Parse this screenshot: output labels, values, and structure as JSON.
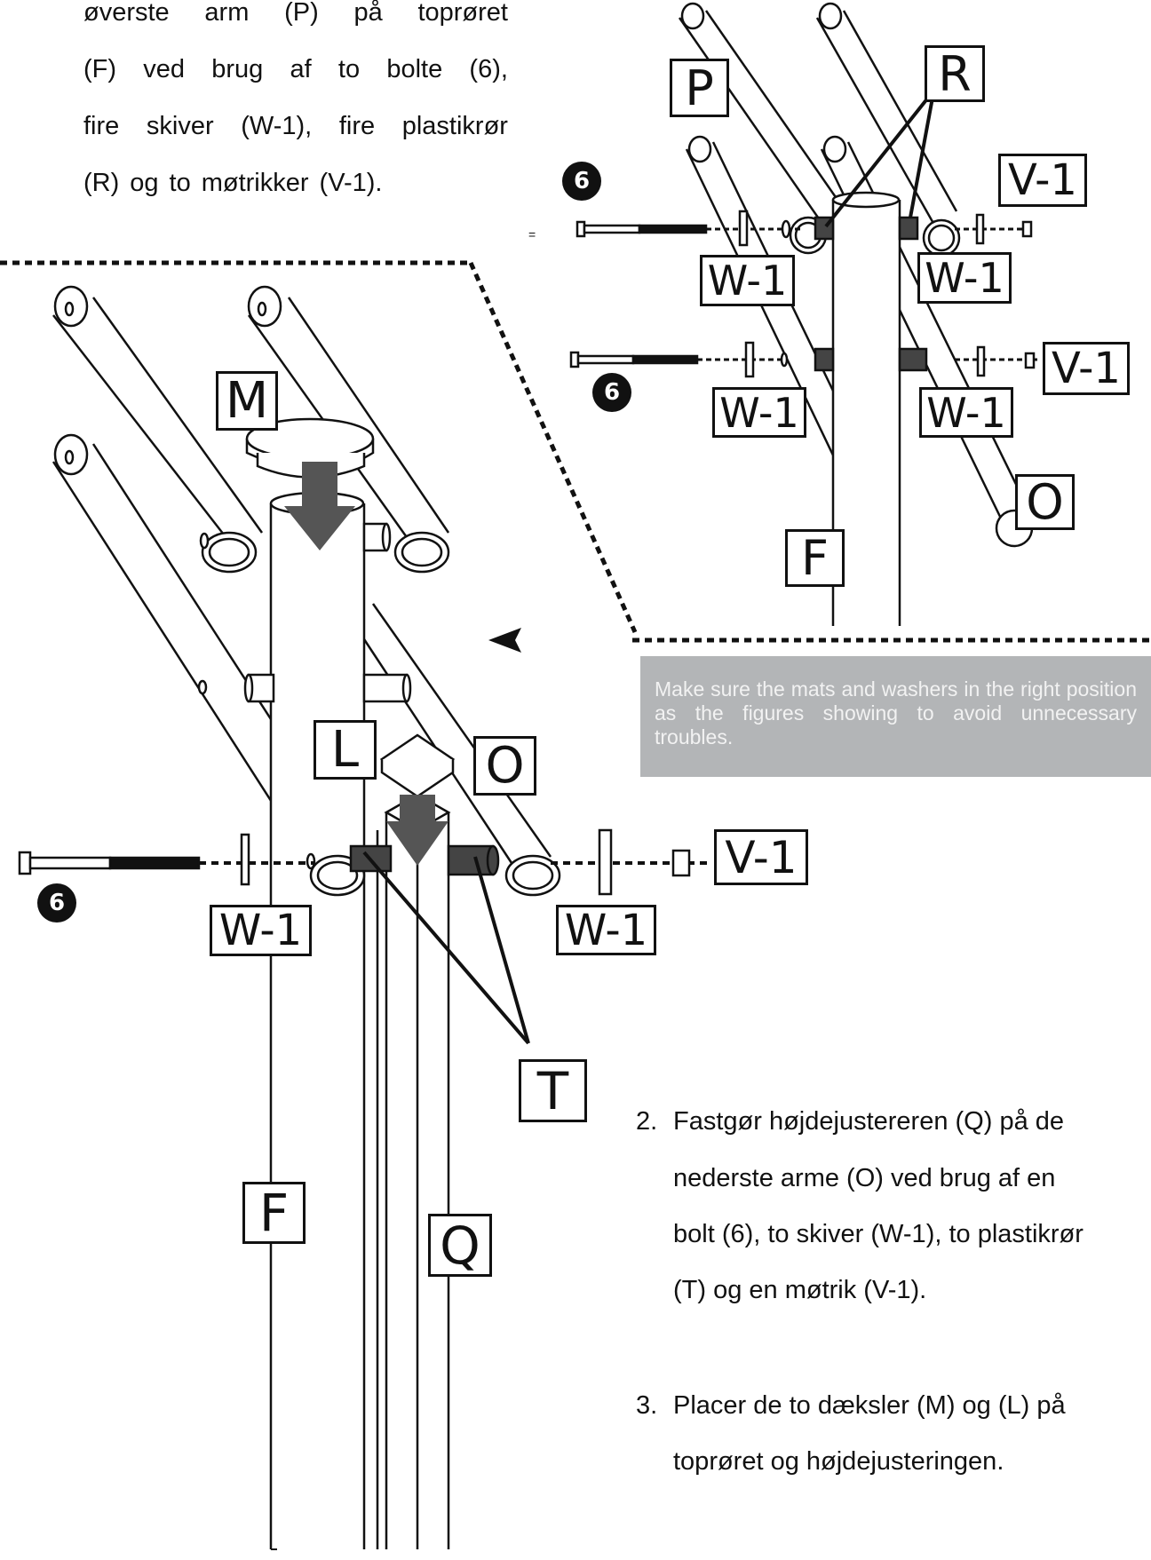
{
  "intro_text": {
    "lines": [
      [
        "øverste",
        "arm",
        "(P)",
        "på",
        "toprøret"
      ],
      [
        "(F)",
        "ved",
        "brug",
        "af",
        "to",
        "bolte",
        "(6),"
      ],
      [
        "fire",
        "skiver",
        "(W-1),",
        "fire",
        "plastikrør"
      ],
      [
        "(R)",
        "og",
        "to",
        "møtrikker",
        "(V-1)."
      ]
    ]
  },
  "steps": [
    {
      "number": "2.",
      "lines": [
        "Fastgør højdejustereren (Q) på de",
        "nederste arme (O) ved brug af en",
        "bolt (6), to skiver (W-1), to plastikrør",
        "(T) og en møtrik (V-1)."
      ]
    },
    {
      "number": "3.",
      "lines": [
        "Placer de to dæksler (M) og (L) på",
        "toprøret og højdejusteringen."
      ]
    }
  ],
  "note": "Make sure the mats and washers in the right position as the figures showing to avoid unnecessary troubles.",
  "part_labels": {
    "P": "P",
    "R": "R",
    "F": "F",
    "O": "O",
    "M": "M",
    "L": "L",
    "T": "T",
    "Q": "Q",
    "V1": "V-1",
    "W1": "W-1"
  },
  "bolt_number": "6",
  "stray_mark": "=",
  "colors": {
    "ink": "#111111",
    "note_bg": "#b3b5b7",
    "note_text": "#f2f2f2",
    "arrow_gray": "#555555",
    "tube_dark": "#444444"
  }
}
